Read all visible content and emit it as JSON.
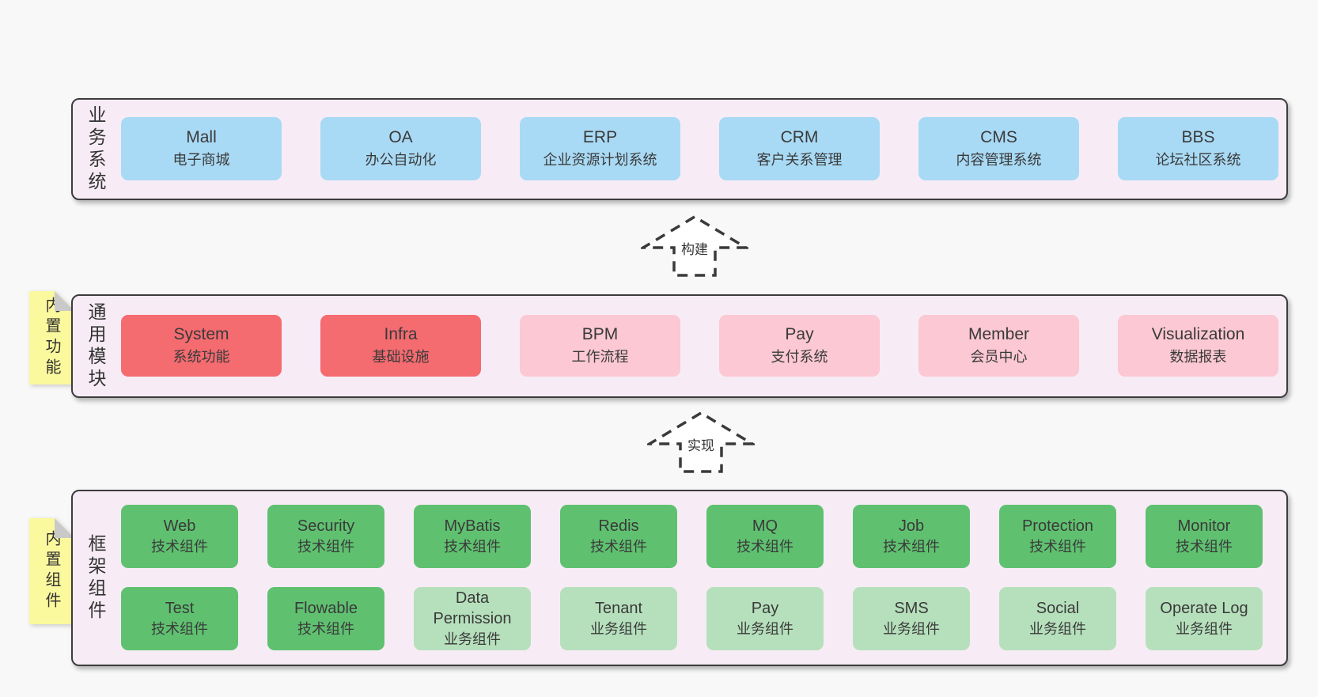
{
  "colors": {
    "page_bg": "#f8f8f8",
    "panel_bg": "#f7ecf5",
    "panel_border": "#3c3c3c",
    "blue": "#a9daf5",
    "red": "#f46b70",
    "pink": "#fbc8d3",
    "green": "#5fc170",
    "green_light": "#b6e0bc",
    "sticky_yellow": "#fbf99d",
    "fold_gray": "#c9c9c9",
    "text": "#3a3a3a"
  },
  "arrows": [
    {
      "label": "构建"
    },
    {
      "label": "实现"
    }
  ],
  "sections": [
    {
      "label": "业务系统",
      "sticky": null,
      "rows": [
        [
          {
            "title": "Mall",
            "subtitle": "电子商城",
            "variant": "blue"
          },
          {
            "title": "OA",
            "subtitle": "办公自动化",
            "variant": "blue"
          },
          {
            "title": "ERP",
            "subtitle": "企业资源计划系统",
            "variant": "blue"
          },
          {
            "title": "CRM",
            "subtitle": "客户关系管理",
            "variant": "blue"
          },
          {
            "title": "CMS",
            "subtitle": "内容管理系统",
            "variant": "blue"
          },
          {
            "title": "BBS",
            "subtitle": "论坛社区系统",
            "variant": "blue"
          }
        ]
      ]
    },
    {
      "label": "通用模块",
      "sticky": "内置功能",
      "rows": [
        [
          {
            "title": "System",
            "subtitle": "系统功能",
            "variant": "red"
          },
          {
            "title": "Infra",
            "subtitle": "基础设施",
            "variant": "red"
          },
          {
            "title": "BPM",
            "subtitle": "工作流程",
            "variant": "pink"
          },
          {
            "title": "Pay",
            "subtitle": "支付系统",
            "variant": "pink"
          },
          {
            "title": "Member",
            "subtitle": "会员中心",
            "variant": "pink"
          },
          {
            "title": "Visualization",
            "subtitle": "数据报表",
            "variant": "pink"
          }
        ]
      ]
    },
    {
      "label": "框架组件",
      "sticky": "内置组件",
      "rows": [
        [
          {
            "title": "Web",
            "subtitle": "技术组件",
            "variant": "green"
          },
          {
            "title": "Security",
            "subtitle": "技术组件",
            "variant": "green"
          },
          {
            "title": "MyBatis",
            "subtitle": "技术组件",
            "variant": "green"
          },
          {
            "title": "Redis",
            "subtitle": "技术组件",
            "variant": "green"
          },
          {
            "title": "MQ",
            "subtitle": "技术组件",
            "variant": "green"
          },
          {
            "title": "Job",
            "subtitle": "技术组件",
            "variant": "green"
          },
          {
            "title": "Protection",
            "subtitle": "技术组件",
            "variant": "green"
          },
          {
            "title": "Monitor",
            "subtitle": "技术组件",
            "variant": "green"
          }
        ],
        [
          {
            "title": "Test",
            "subtitle": "技术组件",
            "variant": "green"
          },
          {
            "title": "Flowable",
            "subtitle": "技术组件",
            "variant": "green"
          },
          {
            "title": "Data Permission",
            "subtitle": "业务组件",
            "variant": "green-light"
          },
          {
            "title": "Tenant",
            "subtitle": "业务组件",
            "variant": "green-light"
          },
          {
            "title": "Pay",
            "subtitle": "业务组件",
            "variant": "green-light"
          },
          {
            "title": "SMS",
            "subtitle": "业务组件",
            "variant": "green-light"
          },
          {
            "title": "Social",
            "subtitle": "业务组件",
            "variant": "green-light"
          },
          {
            "title": "Operate Log",
            "subtitle": "业务组件",
            "variant": "green-light"
          }
        ]
      ]
    }
  ]
}
